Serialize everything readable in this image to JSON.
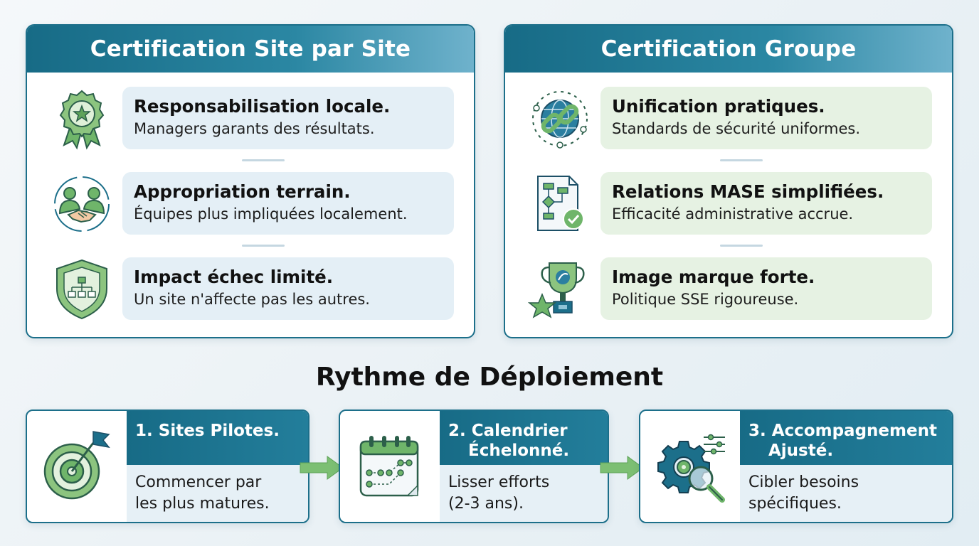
{
  "left_panel": {
    "title": "Certification Site par Site",
    "items": [
      {
        "title": "Responsabilisation locale.",
        "desc": "Managers garants des résultats.",
        "icon": "rosette-star-icon"
      },
      {
        "title": "Appropriation terrain.",
        "desc": "Équipes plus impliquées localement.",
        "icon": "handshake-icon"
      },
      {
        "title": "Impact échec limité.",
        "desc": "Un site n'affecte pas les autres.",
        "icon": "shield-org-chart-icon"
      }
    ]
  },
  "right_panel": {
    "title": "Certification Groupe",
    "items": [
      {
        "title": "Unification pratiques.",
        "desc": "Standards de sécurité uniformes.",
        "icon": "globe-chain-icon"
      },
      {
        "title": "Relations MASE simplifiées.",
        "desc": "Efficacité administrative accrue.",
        "icon": "flowchart-document-icon"
      },
      {
        "title": "Image marque forte.",
        "desc": "Politique SSE rigoureuse.",
        "icon": "trophy-star-icon"
      }
    ]
  },
  "deployment": {
    "title": "Rythme de Déploiement",
    "steps": [
      {
        "line1": "1. Sites Pilotes.",
        "line2": "",
        "body1": "Commencer par",
        "body2": "les plus matures.",
        "icon": "target-flag-icon"
      },
      {
        "line1": "2. Calendrier",
        "line2": "Échelonné.",
        "body1": "Lisser efforts",
        "body2": "(2-3 ans).",
        "icon": "calendar-icon"
      },
      {
        "line1": "3. Accompagnement",
        "line2": "Ajusté.",
        "body1": "Cibler besoins",
        "body2": "spécifiques.",
        "icon": "gear-magnifier-icon"
      }
    ]
  },
  "colors": {
    "header_teal": "#176b86",
    "accent_green": "#6fb56a",
    "box_blue": "#e4eff6",
    "box_green": "#e6f2e3"
  }
}
